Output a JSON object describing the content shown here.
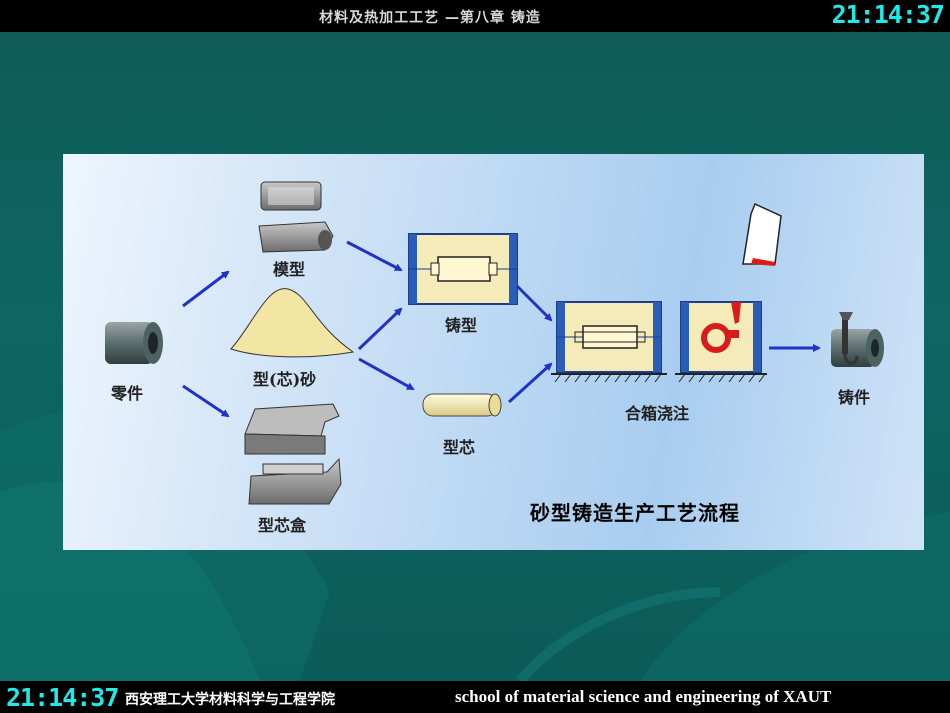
{
  "header": {
    "title": "材料及热加工工艺 —第八章 铸造",
    "clock": "21:14:37"
  },
  "footer": {
    "clock": "21:14:37",
    "school_cn": "西安理工大学材料科学与工程学院",
    "school_en": "school of material science and engineering of XAUT"
  },
  "diagram": {
    "labels": {
      "part": "零件",
      "pattern": "模型",
      "sand": "型(芯)砂",
      "core_box": "型芯盒",
      "mold": "铸型",
      "core": "型芯",
      "assembly_pouring": "合箱浇注",
      "casting": "铸件"
    },
    "caption": "砂型铸造生产工艺流程",
    "colors": {
      "arrow": "#1f33c8",
      "flask": "#2a5db8",
      "sand": "#f5ebb8",
      "metal": "#d81c1c"
    }
  }
}
